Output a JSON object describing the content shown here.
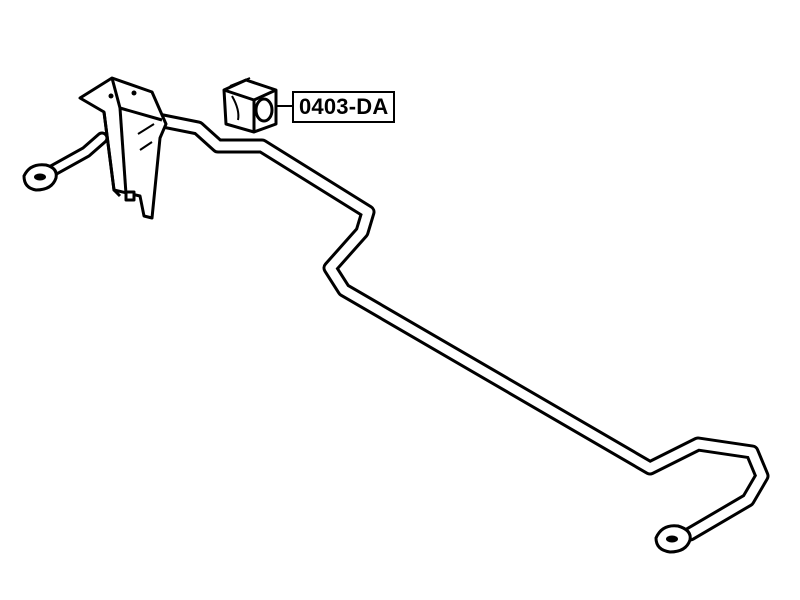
{
  "diagram": {
    "callouts": [
      {
        "part_number": "0403-DA",
        "points_to": "bushing-icon"
      }
    ],
    "components": [
      {
        "name": "stabilizer-bar",
        "icon": "stabilizer-bar-icon"
      },
      {
        "name": "bracket",
        "icon": "bracket-icon"
      },
      {
        "name": "bushing",
        "icon": "bushing-icon"
      },
      {
        "name": "end-link-left",
        "icon": "end-eye-icon"
      },
      {
        "name": "end-link-right",
        "icon": "end-eye-icon"
      }
    ],
    "colors": {
      "line": "#000000",
      "background": "#ffffff"
    }
  }
}
